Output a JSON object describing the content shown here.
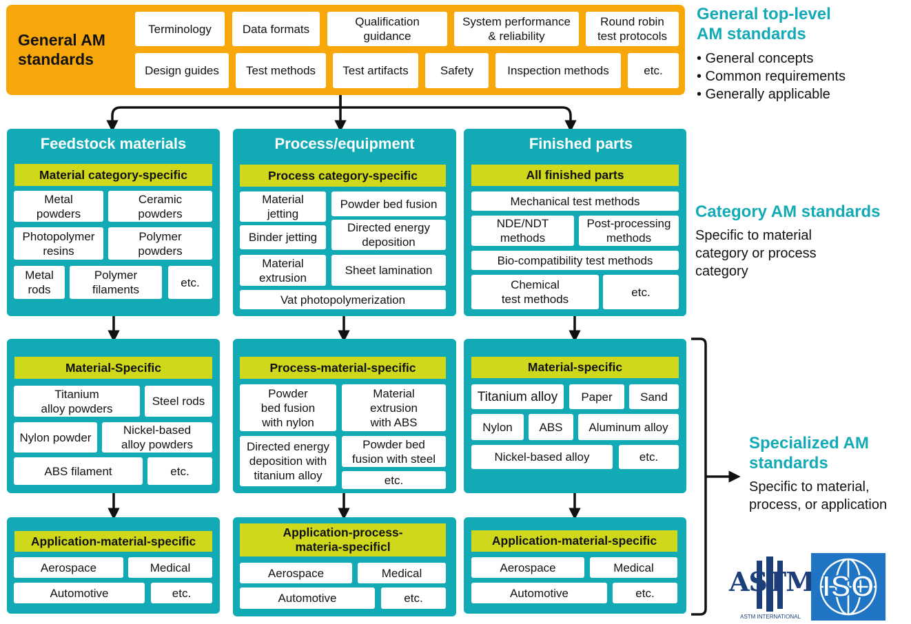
{
  "general": {
    "label": "General AM\nstandards",
    "row1": [
      "Terminology",
      "Data formats",
      "Qualification\nguidance",
      "System performance\n& reliability",
      "Round robin\ntest protocols"
    ],
    "row2": [
      "Design guides",
      "Test methods",
      "Test artifacts",
      "Safety",
      "Inspection methods",
      "etc."
    ]
  },
  "notes": {
    "general_title": "General top-level\nAM standards",
    "general_bullets": [
      "• General concepts",
      "• Common requirements",
      "• Generally applicable"
    ],
    "category_title": "Category AM standards",
    "category_text": "Specific to material\ncategory or process\ncategory",
    "special_title": "Specialized AM\nstandards",
    "special_text": "Specific to material,\nprocess, or application"
  },
  "columns": {
    "feedstock": {
      "title": "Feedstock materials",
      "category_label": "Material category-specific",
      "category_items": [
        "Metal\npowders",
        "Ceramic\npowders",
        "Photopolymer\nresins",
        "Polymer\npowders",
        "Metal\nrods",
        "Polymer\nfilaments",
        "etc."
      ],
      "specific_label": "Material-Specific",
      "specific_items": [
        "Titanium\nalloy powders",
        "Steel rods",
        "Nylon powder",
        "Nickel-based\nalloy powders",
        "ABS filament",
        "etc."
      ],
      "app_label": "Application-material-specific",
      "app_items": [
        "Aerospace",
        "Medical",
        "Automotive",
        "etc."
      ]
    },
    "process": {
      "title": "Process/equipment",
      "category_label": "Process category-specific",
      "category_items": [
        "Material\njetting",
        "Powder bed fusion",
        "Binder jetting",
        "Directed energy\ndeposition",
        "Material\nextrusion",
        "Sheet lamination",
        "Vat photopolymerization"
      ],
      "specific_label": "Process-material-specific",
      "specific_items": [
        "Powder\nbed fusion\nwith nylon",
        "Material\nextrusion\nwith ABS",
        "Directed energy\ndeposition with\ntitanium alloy",
        "Powder bed\nfusion with steel",
        "etc."
      ],
      "app_label": "Application-process-\nmateria-specificl",
      "app_items": [
        "Aerospace",
        "Medical",
        "Automotive",
        "etc."
      ]
    },
    "parts": {
      "title": "Finished parts",
      "category_label": "All finished parts",
      "category_items": [
        "Mechanical test methods",
        "NDE/NDT\nmethods",
        "Post-processing\nmethods",
        "Bio-compatibility test methods",
        "Chemical\ntest methods",
        "etc."
      ],
      "specific_label": "Material-specific",
      "specific_items": [
        "Titanium alloy",
        "Paper",
        "Sand",
        "Nylon",
        "ABS",
        "Aluminum alloy",
        "Nickel-based alloy",
        "etc."
      ],
      "app_label": "Application-material-specific",
      "app_items": [
        "Aerospace",
        "Medical",
        "Automotive",
        "etc."
      ]
    }
  },
  "logos": {
    "astm_text": "ASTM",
    "astm_caption": "ASTM INTERNATIONAL",
    "iso_text": "ISO"
  },
  "colors": {
    "orange": "#f7a70a",
    "teal": "#12aab5",
    "yellow_green": "#cfd81a",
    "iso_blue": "#1f75c4",
    "astm_blue": "#1c3f7a"
  }
}
